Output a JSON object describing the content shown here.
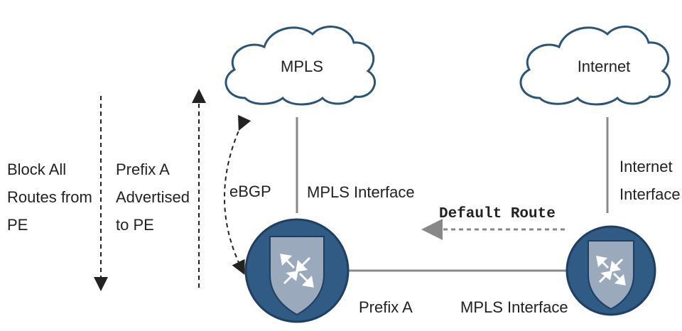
{
  "diagram": {
    "clouds": {
      "mpls": "MPLS",
      "internet": "Internet"
    },
    "left_labels": {
      "block": [
        "Block All",
        "Routes from",
        "PE"
      ],
      "prefix_advertised": [
        "Prefix A",
        "Advertised",
        "to PE"
      ]
    },
    "labels": {
      "ebgp": "eBGP",
      "mpls_interface_top": "MPLS Interface",
      "internet_interface": [
        "Internet",
        "Interface"
      ],
      "default_route": "Default Route",
      "prefix_a": "Prefix A",
      "mpls_interface_bottom": "MPLS Interface"
    },
    "colors": {
      "router_fill": "#2f5b85",
      "router_dark": "#1f3f61",
      "shield_fill": "#9aa9bc",
      "cloud_stroke": "#2b5577",
      "line": "#8a8a8a",
      "arrow_gray": "#888888",
      "arrow_black": "#222222"
    },
    "icons": [
      "cloud-icon",
      "router-icon",
      "shield-icon"
    ]
  }
}
